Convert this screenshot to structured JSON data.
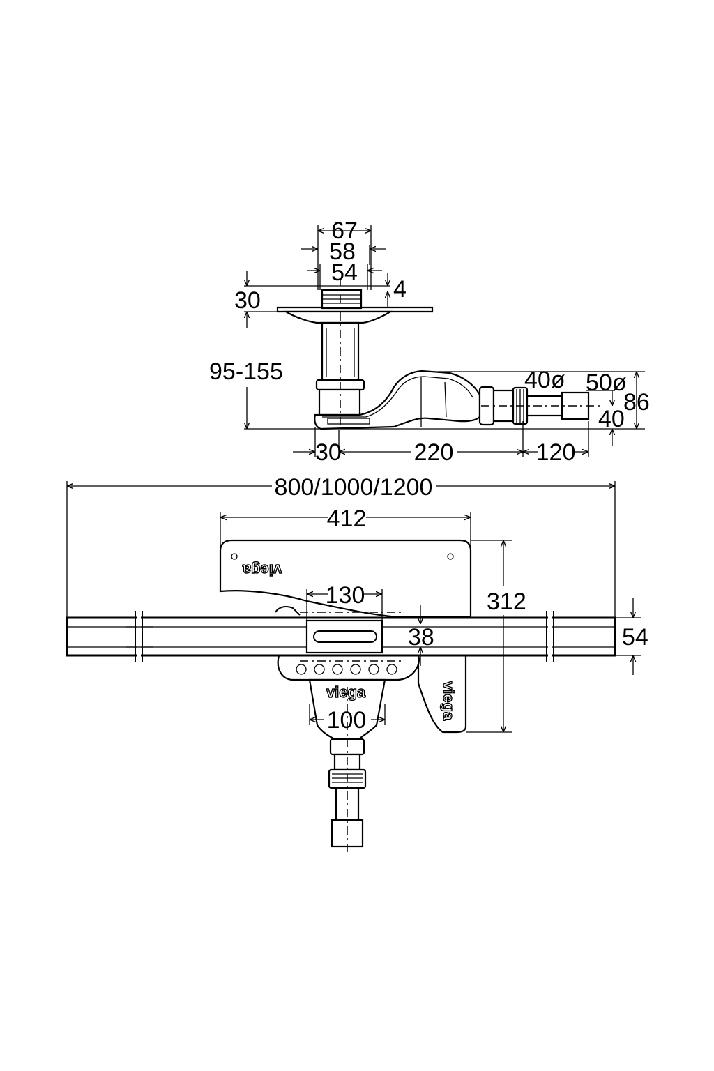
{
  "dimensions": {
    "top_width_67": "67",
    "top_width_58": "58",
    "top_width_54": "54",
    "top_offset_4": "4",
    "top_left_30": "30",
    "height_range": "95-155",
    "pipe_diameter_40": "40ø",
    "pipe_diameter_50": "50ø",
    "outlet_height_86": "86",
    "outlet_height_40": "40",
    "bottom_30": "30",
    "bottom_220": "220",
    "bottom_120": "120",
    "overall_length": "800/1000/1200",
    "bracket_width_412": "412",
    "insert_width_130": "130",
    "channel_inner_38": "38",
    "total_depth_312": "312",
    "channel_height_54": "54",
    "outlet_width_100": "100"
  },
  "logos": {
    "bracket_logo": "viega",
    "body_logo": "viega",
    "side_logo": "viega"
  }
}
